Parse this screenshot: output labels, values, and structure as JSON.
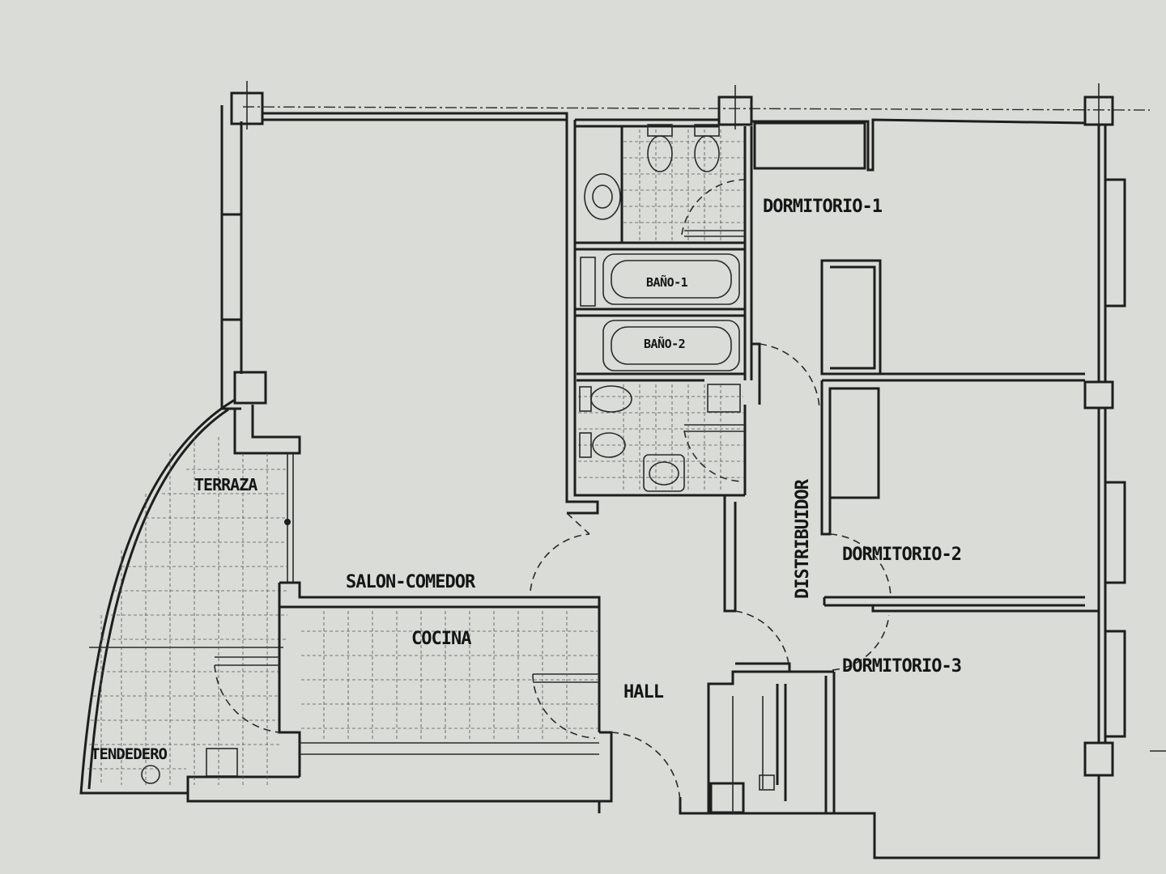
{
  "plan": {
    "rooms": {
      "dormitorio_1": "DORMITORIO-1",
      "dormitorio_2": "DORMITORIO-2",
      "dormitorio_3": "DORMITORIO-3",
      "bano_1": "BAÑO-1",
      "bano_2": "BAÑO-2",
      "terraza": "TERRAZA",
      "salon_comedor": "SALON-COMEDOR",
      "cocina": "COCINA",
      "hall": "HALL",
      "distribuidor": "DISTRIBUIDOR",
      "tendedero": "TENDEDERO"
    },
    "colors": {
      "paper": "#d9dcd7",
      "ink": "#1e1e1e"
    }
  }
}
